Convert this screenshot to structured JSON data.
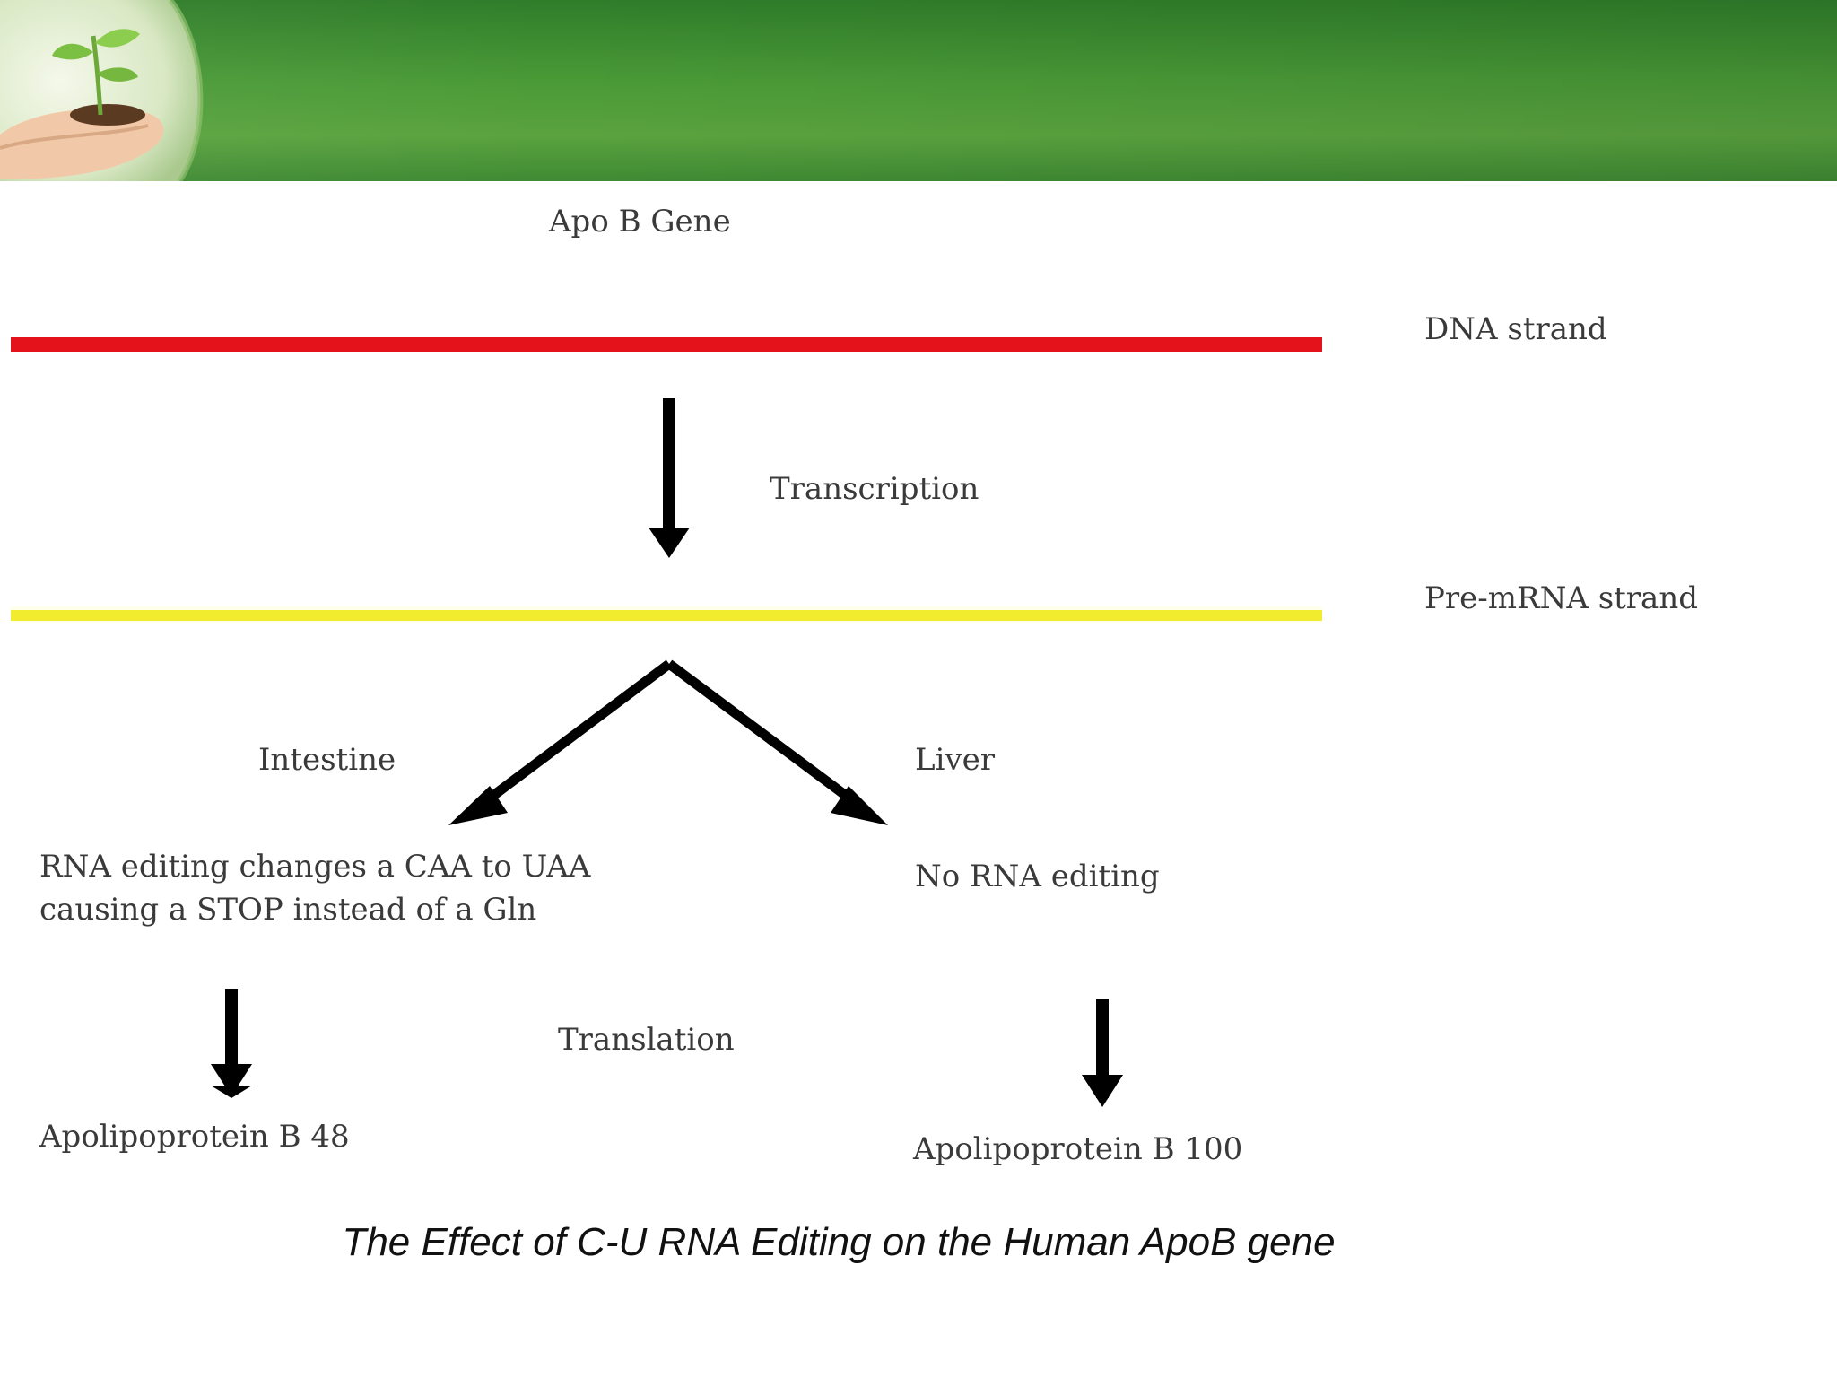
{
  "slide": {
    "banner_color": "#4a9a37",
    "logo_icon": "seedling-in-hand-icon"
  },
  "diagram": {
    "gene_label": "Apo B Gene",
    "dna_label": "DNA strand",
    "dna_color": "#e3121b",
    "transcription_label": "Transcription",
    "premrna_label": "Pre-mRNA strand",
    "premrna_color": "#f2ec2e",
    "intestine_label": "Intestine",
    "liver_label": "Liver",
    "intestine_editing": "RNA editing changes a CAA to UAA causing a STOP instead of a Gln",
    "liver_editing": "No RNA editing",
    "translation_label": "Translation",
    "intestine_product": "Apolipoprotein B 48",
    "liver_product": "Apolipoprotein B 100",
    "arrow_color": "#000000"
  },
  "caption": "The Effect of C-U RNA Editing on the Human ApoB gene"
}
